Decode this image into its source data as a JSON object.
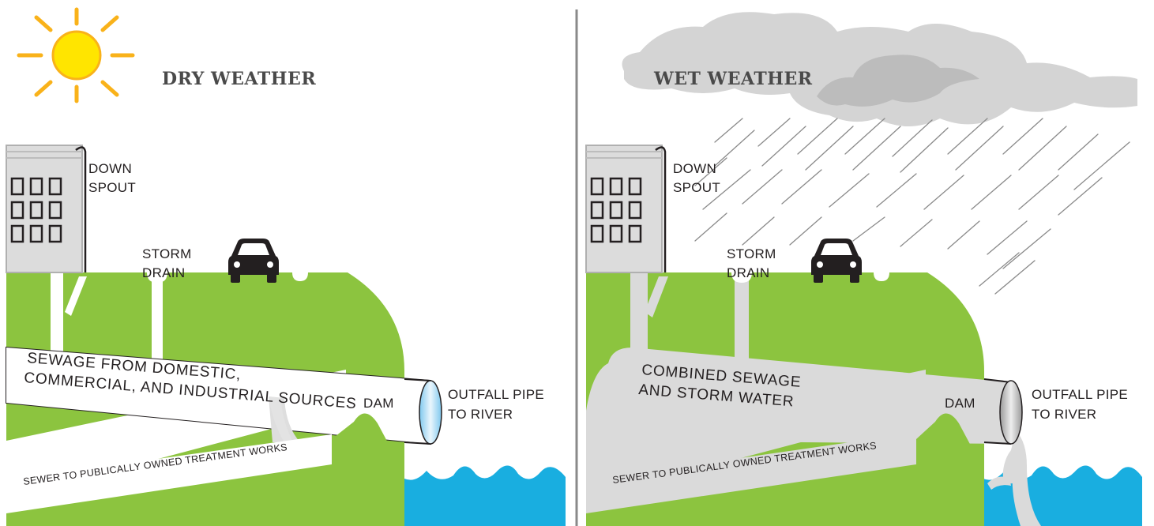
{
  "dry_panel": {
    "title": "DRY WEATHER",
    "downspout": [
      "DOWN",
      "SPOUT"
    ],
    "storm_drain": [
      "STORM",
      "DRAIN"
    ],
    "pipe_label": [
      "SEWAGE FROM DOMESTIC,",
      "COMMERCIAL, AND INDUSTRIAL SOURCES"
    ],
    "dam": "DAM",
    "outfall": [
      "OUTFALL PIPE",
      "TO RIVER"
    ],
    "sewer": "SEWER TO PUBLICALLY OWNED TREATMENT WORKS"
  },
  "wet_panel": {
    "title": "WET WEATHER",
    "downspout": [
      "DOWN",
      "SPOUT"
    ],
    "storm_drain": [
      "STORM",
      "DRAIN"
    ],
    "pipe_label": [
      "COMBINED SEWAGE",
      "AND STORM WATER"
    ],
    "dam": "DAM",
    "outfall": [
      "OUTFALL PIPE",
      "TO RIVER"
    ],
    "sewer": "SEWER TO PUBLICALLY OWNED TREATMENT WORKS"
  },
  "colors": {
    "ground": "#8cc43f",
    "water": "#19aee0",
    "building": "#dcdcdc",
    "pipe_dry": "#ffffff",
    "pipe_wet": "#dadada",
    "sun": "#ffe500",
    "sun_rays": "#f9b21a",
    "cloud": "#d4d4d4",
    "divider": "#8a8a8a"
  },
  "icons": [
    "sun-icon",
    "car-icon",
    "cloud-icon",
    "rain-icon",
    "window-icon"
  ]
}
